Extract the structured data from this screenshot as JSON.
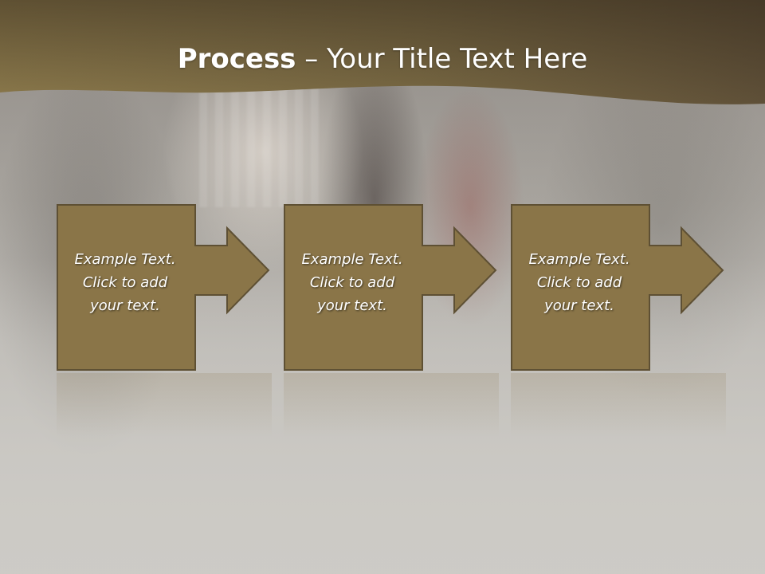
{
  "slide": {
    "title_bold": "Process",
    "title_rest": " – Your Title Text Here"
  },
  "steps": [
    {
      "line1": "Example Text.",
      "line2": "Click  to add",
      "line3": "your text."
    },
    {
      "line1": "Example Text.",
      "line2": "Click  to add",
      "line3": "your text."
    },
    {
      "line1": "Example Text.",
      "line2": "Click  to add",
      "line3": "your text."
    }
  ],
  "colors": {
    "header_dark": "#5a4a30",
    "header_light": "#8c7a50",
    "step_fill": "#8a7548",
    "step_border": "#5e5034",
    "title_text": "#ffffff"
  },
  "icons": {
    "step_arrow": "right-arrow-icon"
  }
}
